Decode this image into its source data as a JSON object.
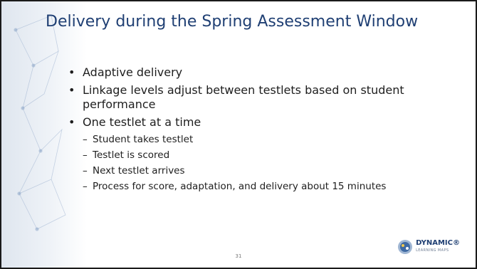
{
  "slide": {
    "title": "Delivery during the Spring Assessment Window",
    "bullets": [
      "Adaptive delivery",
      "Linkage levels adjust between testlets based on student performance",
      "One testlet at a time"
    ],
    "sub_bullets": [
      "Student takes testlet",
      "Testlet is scored",
      "Next testlet arrives",
      "Process for score, adaptation, and delivery about 15 minutes"
    ],
    "page_number": "31"
  },
  "logo": {
    "main": "DYNAMIC®",
    "sub": "LEARNING MAPS",
    "icon": "globe-logo-icon"
  },
  "colors": {
    "title": "#1f3f73",
    "text": "#1e1e1e",
    "border": "#1a1a1a"
  }
}
